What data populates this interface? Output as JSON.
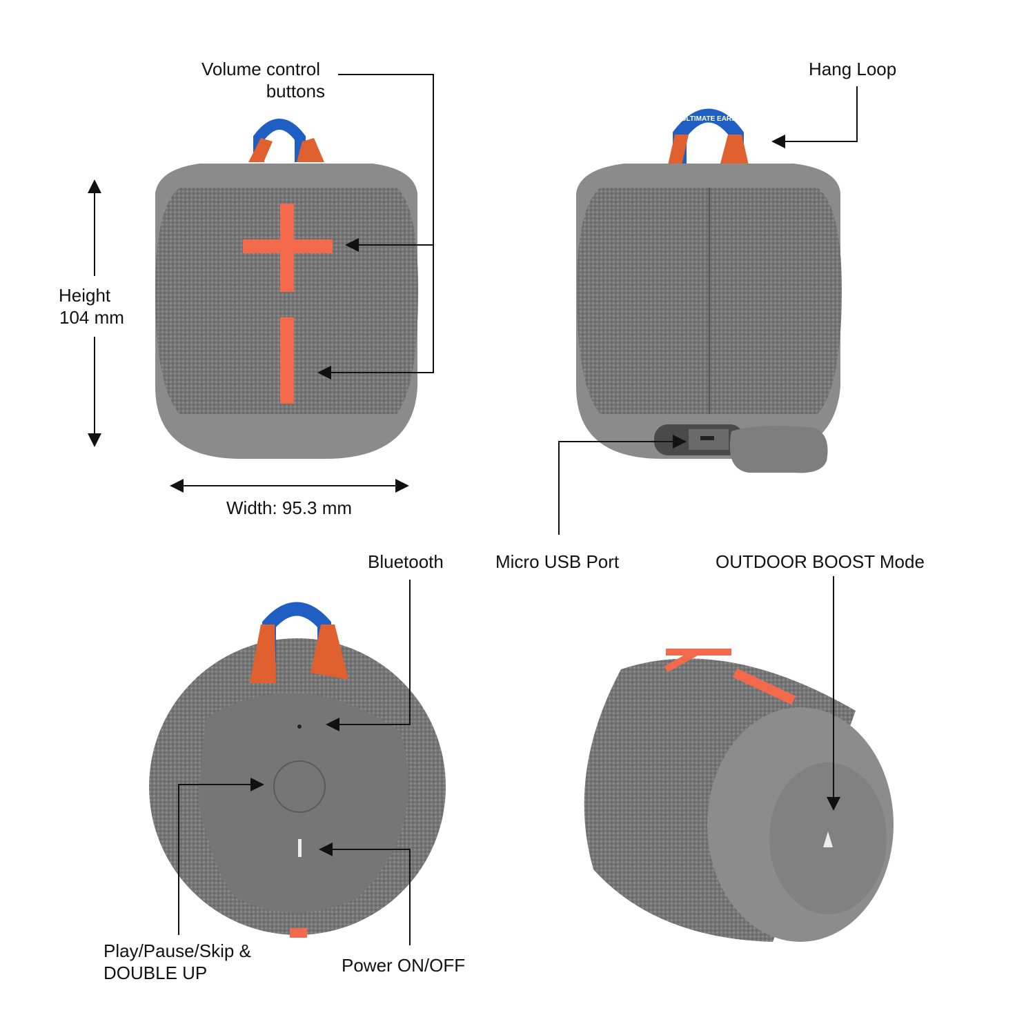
{
  "labels": {
    "volume_line1": "Volume control",
    "volume_line2": "buttons",
    "hang_loop": "Hang Loop",
    "height_line1": "Height",
    "height_line2": "104 mm",
    "width": "Width: 95.3 mm",
    "bluetooth": "Bluetooth",
    "micro_usb": "Micro USB Port",
    "outdoor_boost": "OUTDOOR BOOST Mode",
    "play_line1": "Play/Pause/Skip &",
    "play_line2": "DOUBLE UP",
    "power": "Power ON/OFF"
  },
  "brand_logo_text": "ULTIMATE EARS",
  "colors": {
    "fabric": "#7b7b7b",
    "cap": "#8a8a8a",
    "accent_orange": "#f26a4b",
    "strap_orange": "#e0612f",
    "loop_blue": "#1f5fc4",
    "line": "#111111"
  }
}
